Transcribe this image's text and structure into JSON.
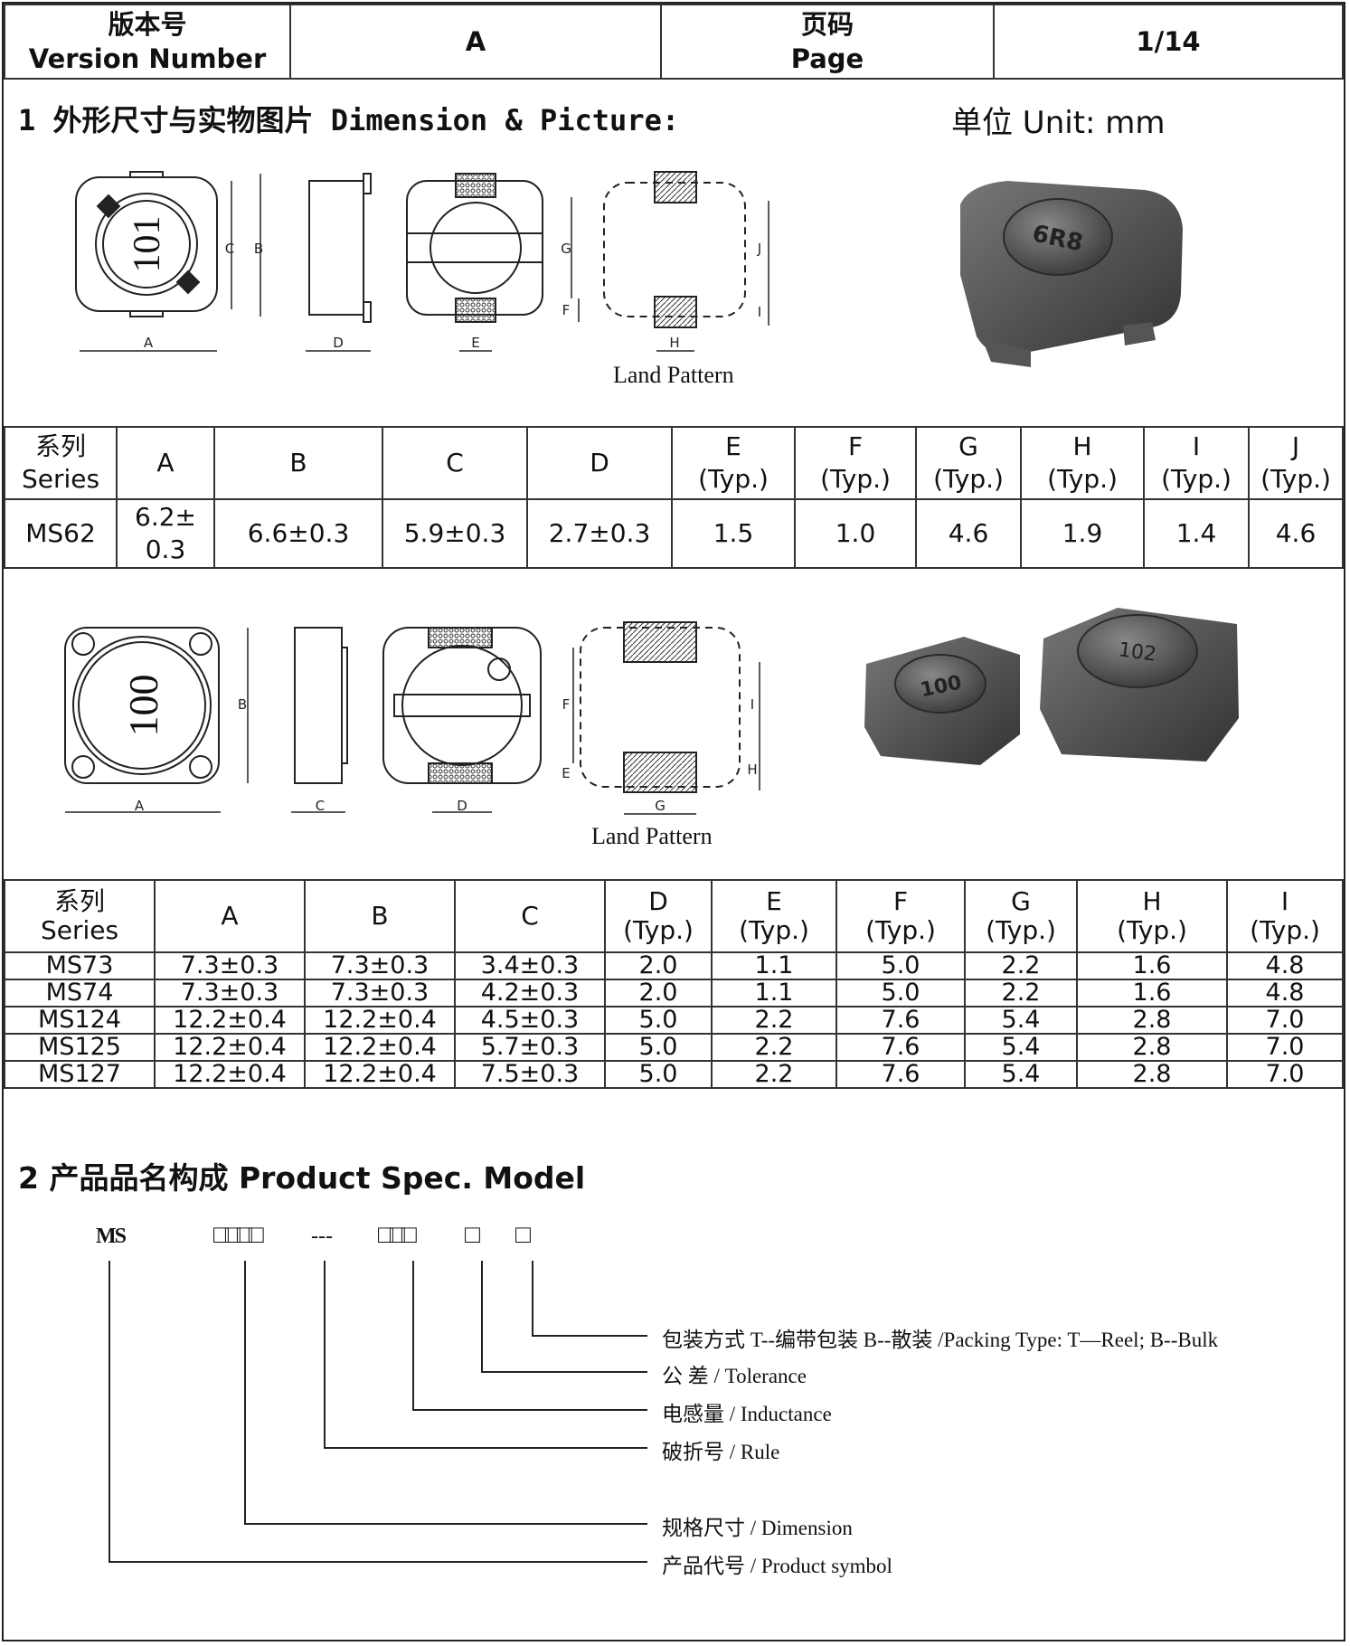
{
  "header": {
    "version_cn": "版本号",
    "version_en": "Version Number",
    "version_value": "A",
    "page_cn": "页码",
    "page_en": "Page",
    "page_value": "1/14"
  },
  "section1": {
    "title": "1 外形尺寸与实物图片 Dimension & Picture:",
    "unit": "单位 Unit:  mm",
    "land_pattern": "Land Pattern",
    "part_marking_1": "101",
    "photo_marking_1": "6R8",
    "part_marking_2": "100",
    "photo_marking_2a": "100",
    "photo_marking_2b": "102",
    "dim_letters_1": [
      "A",
      "B",
      "C",
      "D",
      "E",
      "F",
      "G",
      "H",
      "I",
      "J"
    ],
    "dim_letters_2": [
      "A",
      "B",
      "C",
      "D",
      "E",
      "F",
      "G",
      "H",
      "I"
    ]
  },
  "table1": {
    "headers": [
      {
        "l1": "系列",
        "l2": "Series"
      },
      {
        "l1": "A",
        "l2": ""
      },
      {
        "l1": "B",
        "l2": ""
      },
      {
        "l1": "C",
        "l2": ""
      },
      {
        "l1": "D",
        "l2": ""
      },
      {
        "l1": "E",
        "l2": "(Typ.)"
      },
      {
        "l1": "F",
        "l2": "(Typ.)"
      },
      {
        "l1": "G",
        "l2": "(Typ.)"
      },
      {
        "l1": "H",
        "l2": "(Typ.)"
      },
      {
        "l1": "I",
        "l2": "(Typ.)"
      },
      {
        "l1": "J",
        "l2": "(Typ.)"
      }
    ],
    "row": [
      "MS62",
      "6.2± 0.3",
      "6.6±0.3",
      "5.9±0.3",
      "2.7±0.3",
      "1.5",
      "1.0",
      "4.6",
      "1.9",
      "1.4",
      "4.6"
    ]
  },
  "table2": {
    "headers": [
      {
        "l1": "系列",
        "l2": "Series"
      },
      {
        "l1": "A",
        "l2": ""
      },
      {
        "l1": "B",
        "l2": ""
      },
      {
        "l1": "C",
        "l2": ""
      },
      {
        "l1": "D",
        "l2": "(Typ.)"
      },
      {
        "l1": "E",
        "l2": "(Typ.)"
      },
      {
        "l1": "F",
        "l2": "(Typ.)"
      },
      {
        "l1": "G",
        "l2": "(Typ.)"
      },
      {
        "l1": "H",
        "l2": "(Typ.)"
      },
      {
        "l1": "I",
        "l2": "(Typ.)"
      }
    ],
    "rows": [
      [
        "MS73",
        "7.3±0.3",
        "7.3±0.3",
        "3.4±0.3",
        "2.0",
        "1.1",
        "5.0",
        "2.2",
        "1.6",
        "4.8"
      ],
      [
        "MS74",
        "7.3±0.3",
        "7.3±0.3",
        "4.2±0.3",
        "2.0",
        "1.1",
        "5.0",
        "2.2",
        "1.6",
        "4.8"
      ],
      [
        "MS124",
        "12.2±0.4",
        "12.2±0.4",
        "4.5±0.3",
        "5.0",
        "2.2",
        "7.6",
        "5.4",
        "2.8",
        "7.0"
      ],
      [
        "MS125",
        "12.2±0.4",
        "12.2±0.4",
        "5.7±0.3",
        "5.0",
        "2.2",
        "7.6",
        "5.4",
        "2.8",
        "7.0"
      ],
      [
        "MS127",
        "12.2±0.4",
        "12.2±0.4",
        "7.5±0.3",
        "5.0",
        "2.2",
        "7.6",
        "5.4",
        "2.8",
        "7.0"
      ]
    ]
  },
  "section2": {
    "title": "2  产品品名构成  Product Spec. Model",
    "model_prefix": "MS",
    "model_box4": "□□□□",
    "model_dash": "---",
    "model_box3": "□□□",
    "model_box1a": "□",
    "model_box1b": "□",
    "labels": [
      "包装方式  T--编带包装 B--散装 /Packing Type: T—Reel; B--Bulk",
      "公    差 / Tolerance",
      "电感量 / Inductance",
      "破折号 / Rule",
      "规格尺寸 / Dimension",
      "产品代号 / Product symbol"
    ]
  }
}
